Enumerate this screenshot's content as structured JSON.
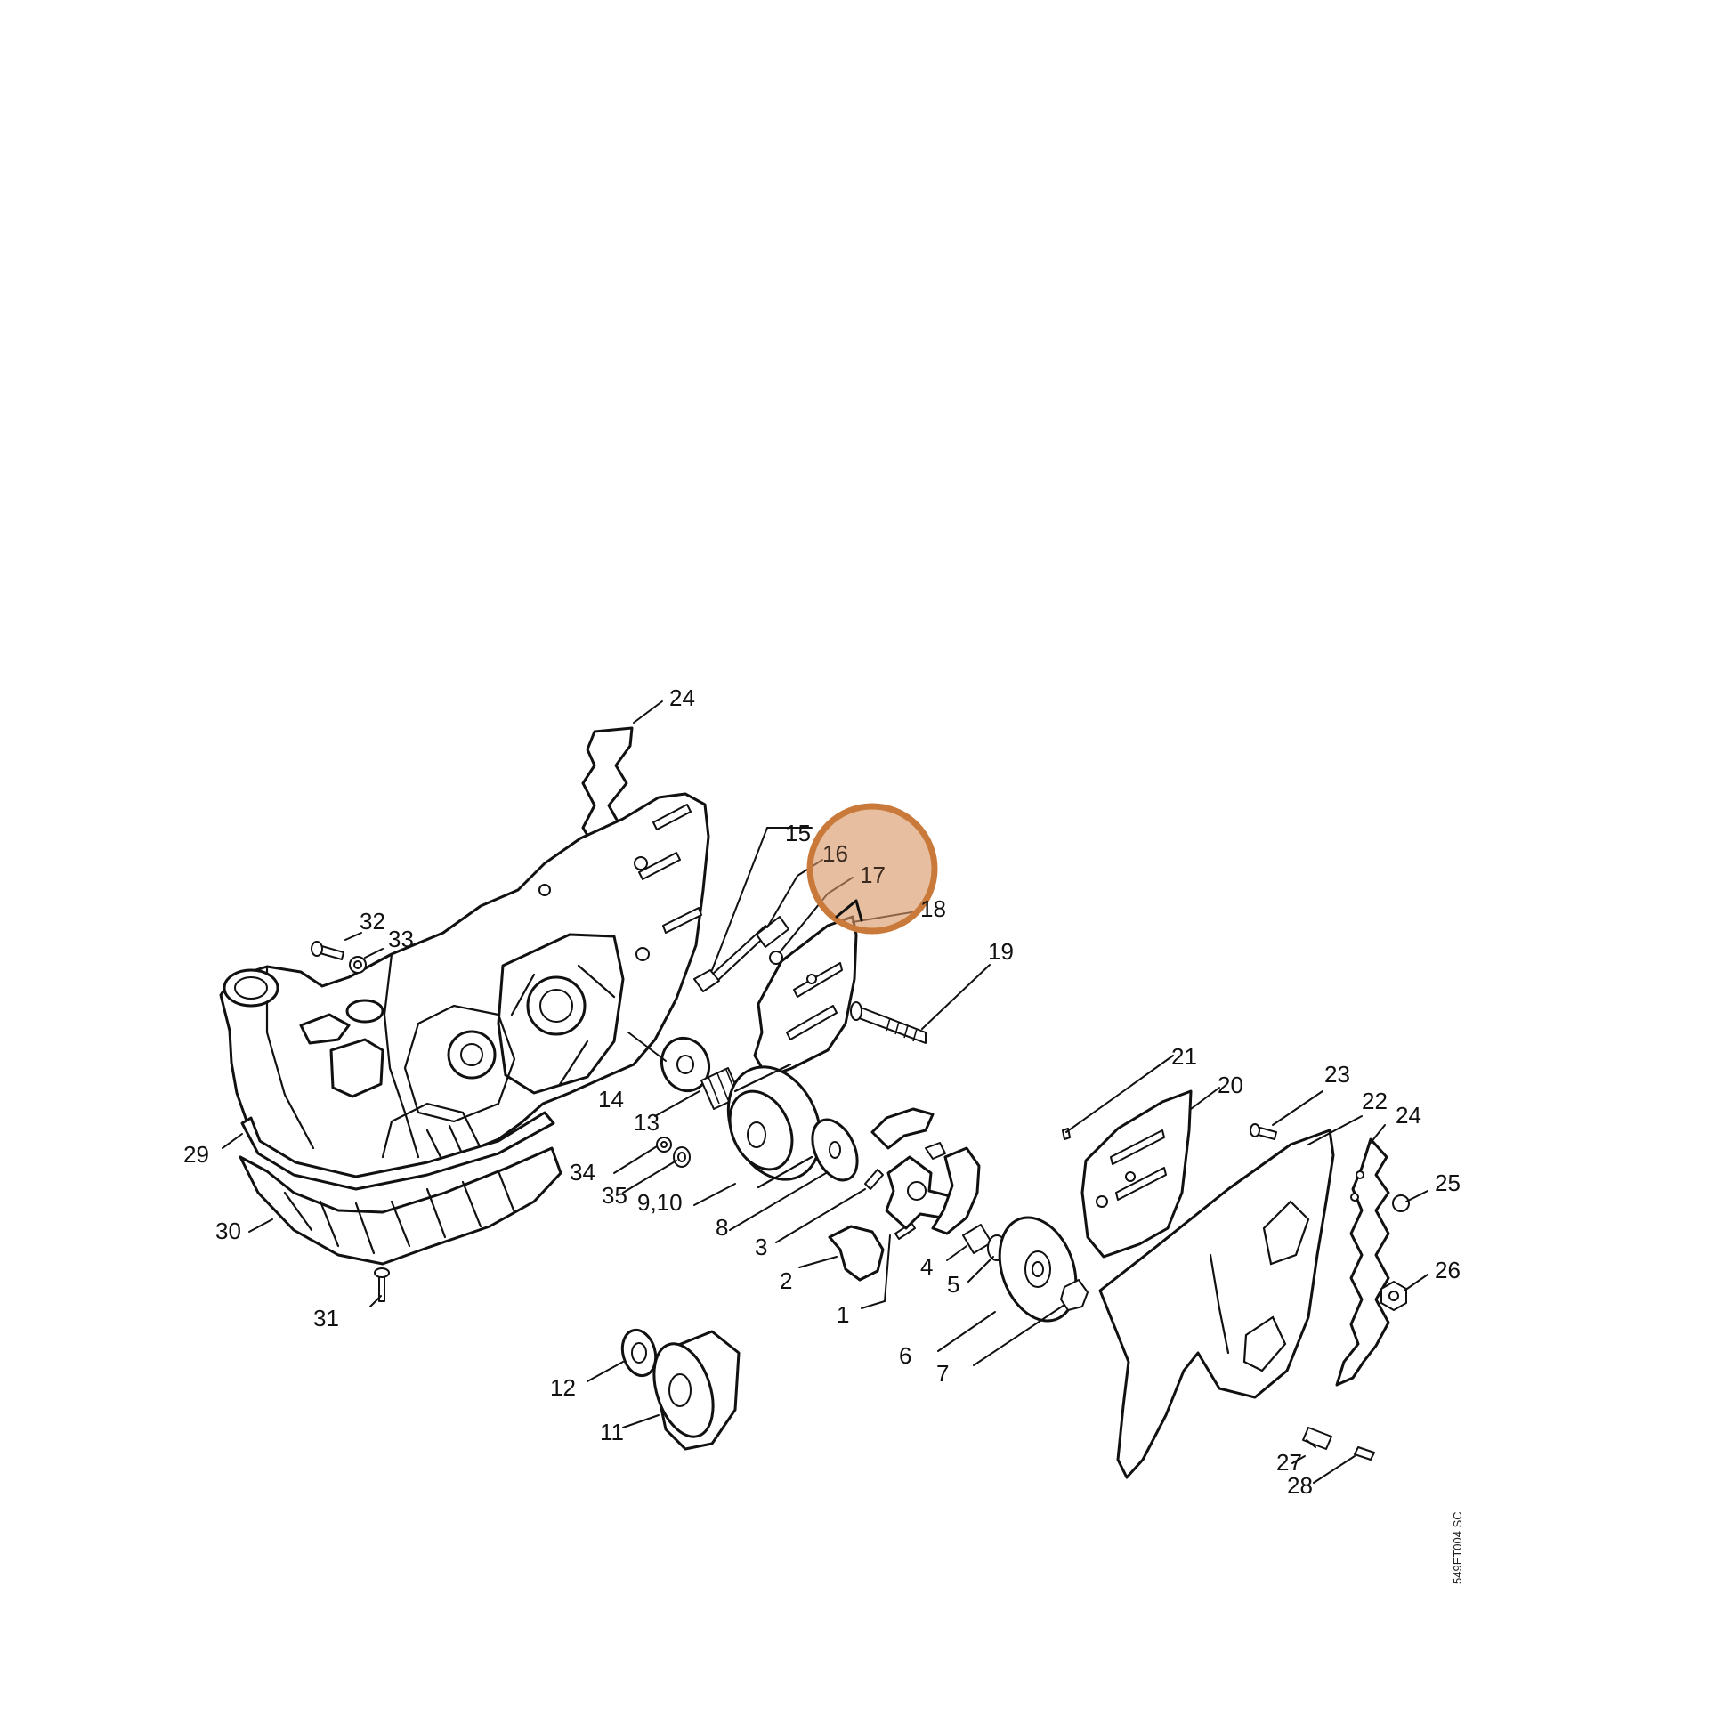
{
  "diagram_code": "549ET004 SC",
  "highlight": {
    "target_part": "17",
    "color": "#d8966a",
    "ring_color": "#c97a3a"
  },
  "labels": {
    "p1": "1",
    "p2": "2",
    "p3": "3",
    "p4": "4",
    "p5": "5",
    "p6": "6",
    "p7": "7",
    "p8": "8",
    "p9_10": "9,10",
    "p11": "11",
    "p12": "12",
    "p13": "13",
    "p14": "14",
    "p15": "15",
    "p16": "16",
    "p17": "17",
    "p18": "18",
    "p19": "19",
    "p20": "20",
    "p21": "21",
    "p22": "22",
    "p23": "23",
    "p24a": "24",
    "p24b": "24",
    "p25": "25",
    "p26": "26",
    "p27": "27",
    "p28": "28",
    "p29": "29",
    "p30": "30",
    "p31": "31",
    "p32": "32",
    "p33": "33",
    "p34": "34",
    "p35": "35"
  }
}
